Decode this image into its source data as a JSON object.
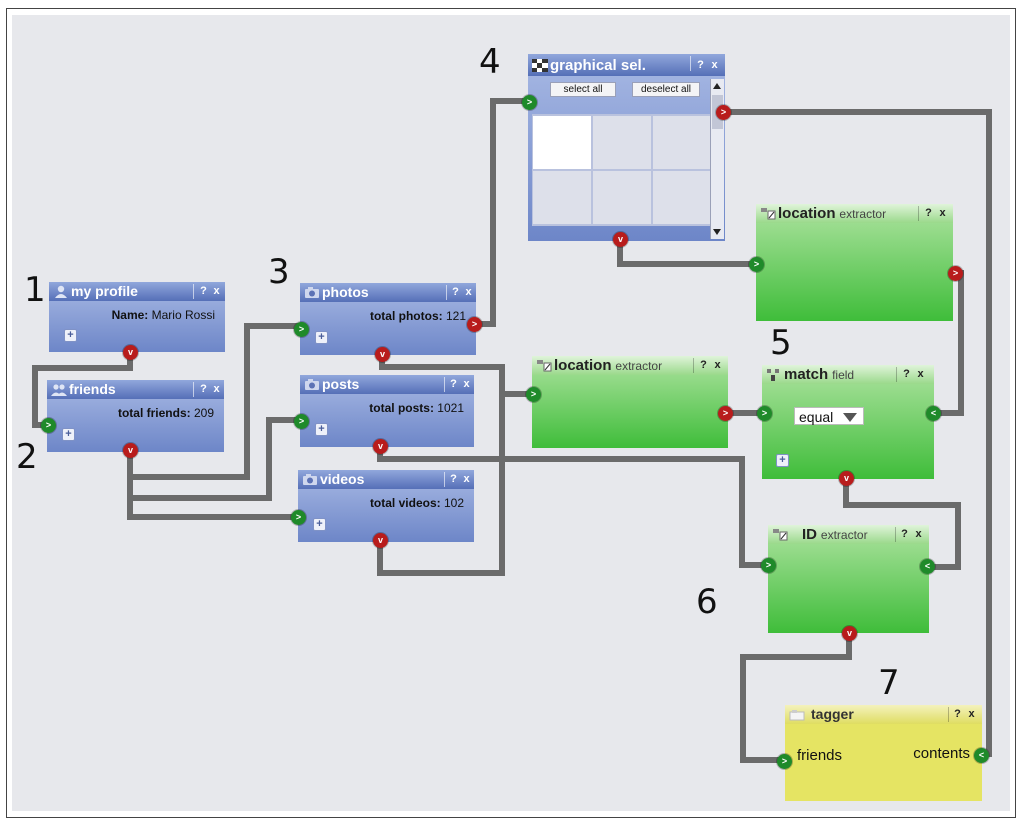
{
  "step_numbers": [
    "1",
    "2",
    "3",
    "4",
    "5",
    "6",
    "7"
  ],
  "widgets": {
    "my_profile": {
      "title": "my profile",
      "info_label": "Name:",
      "info_value": "Mario Rossi"
    },
    "friends": {
      "title": "friends",
      "info_label": "total friends:",
      "info_value": "209"
    },
    "photos": {
      "title": "photos",
      "info_label": "total photos:",
      "info_value": "121"
    },
    "posts": {
      "title": "posts",
      "info_label": "total posts:",
      "info_value": "1021"
    },
    "videos": {
      "title": "videos",
      "info_label": "total videos:",
      "info_value": "102"
    },
    "graphical_sel": {
      "title": "graphical sel.",
      "select_all": "select all",
      "deselect_all": "deselect all"
    },
    "location_extractor_1": {
      "title_bold": "location",
      "title_rest": "extractor"
    },
    "location_extractor_2": {
      "title_bold": "location",
      "title_rest": "extractor"
    },
    "match_field": {
      "title_bold": "match",
      "title_rest": "field",
      "selected_option": "equal"
    },
    "id_extractor": {
      "title_bold": "ID",
      "title_rest": "extractor"
    },
    "tagger": {
      "title": "tagger",
      "input_friends": "friends",
      "input_contents": "contents"
    }
  },
  "controls": {
    "help": "?",
    "close": "x",
    "add": "+",
    "port_in": ">",
    "port_in_right": "<",
    "port_out": "v"
  },
  "colors": {
    "wire": "#6b6b6b",
    "port_in": "#1f8a2a",
    "port_out": "#b81c1c",
    "widget_blue": "#6d86c8",
    "widget_green": "#3fbd3a",
    "widget_yellow": "#e5e463"
  }
}
